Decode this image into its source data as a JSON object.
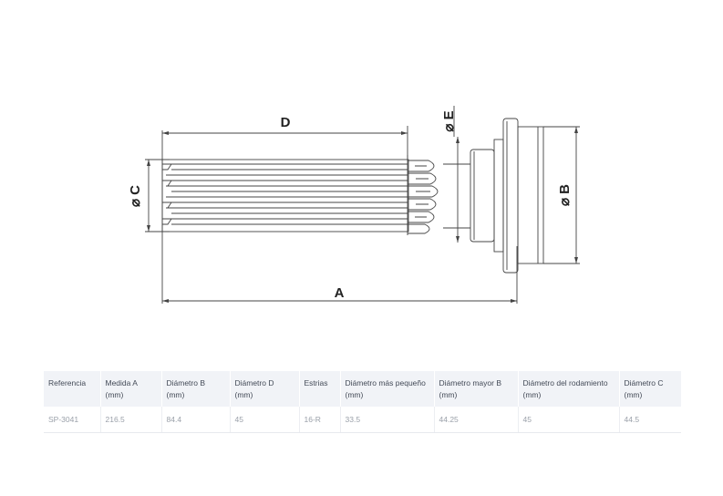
{
  "drawing": {
    "labels": {
      "a": "A",
      "b": "⌀ B",
      "c": "⌀ C",
      "d": "D",
      "e": "⌀ E"
    }
  },
  "table": {
    "headers": [
      "Referencia",
      "Medida A (mm)",
      "Diámetro B (mm)",
      "Diámetro D (mm)",
      "Estrias",
      "Diámetro más pequeño (mm)",
      "Diámetro mayor B (mm)",
      "Diámetro del rodamiento (mm)",
      "Diámetro C (mm)"
    ],
    "row": [
      "SP-3041",
      "216.5",
      "84.4",
      "45",
      "16-R",
      "33.5",
      "44.25",
      "45",
      "44.5"
    ]
  },
  "colors": {
    "line": "#444444",
    "header_bg": "#f1f3f7",
    "header_text": "#434a57",
    "cell_text": "#9aa0a9"
  }
}
